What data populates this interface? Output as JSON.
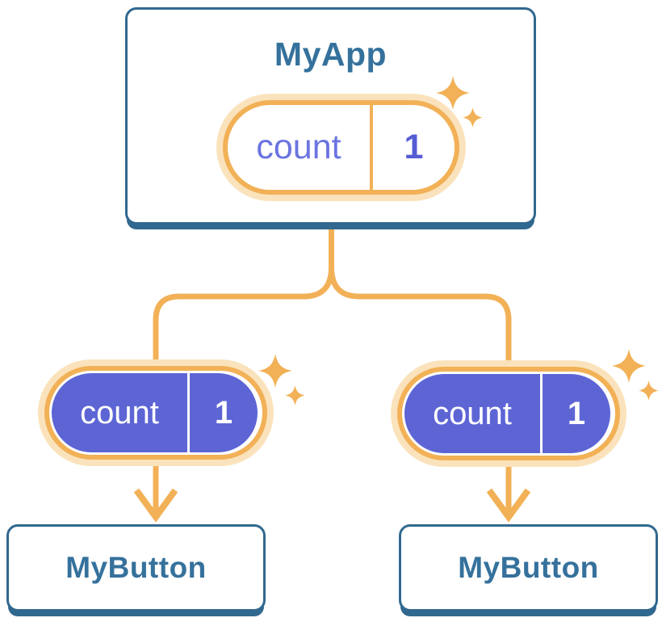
{
  "palette": {
    "bg": "#ffffff",
    "blue-border": "#31688f",
    "blue-text": "#35719c",
    "orange": "#f2b157",
    "halo": "#fae3bc",
    "indigo": "#5d65d5",
    "indigo-text": "#6b74e0",
    "indigo-value": "#545cd4"
  },
  "tree": {
    "root": {
      "title": "MyApp",
      "state": {
        "label": "count",
        "value": "1"
      }
    },
    "children": [
      {
        "title": "MyButton",
        "state": {
          "label": "count",
          "value": "1"
        }
      },
      {
        "title": "MyButton",
        "state": {
          "label": "count",
          "value": "1"
        }
      }
    ]
  },
  "icons": {
    "sparkle": "sparkle-icon",
    "arrow": "arrow-down-icon"
  }
}
